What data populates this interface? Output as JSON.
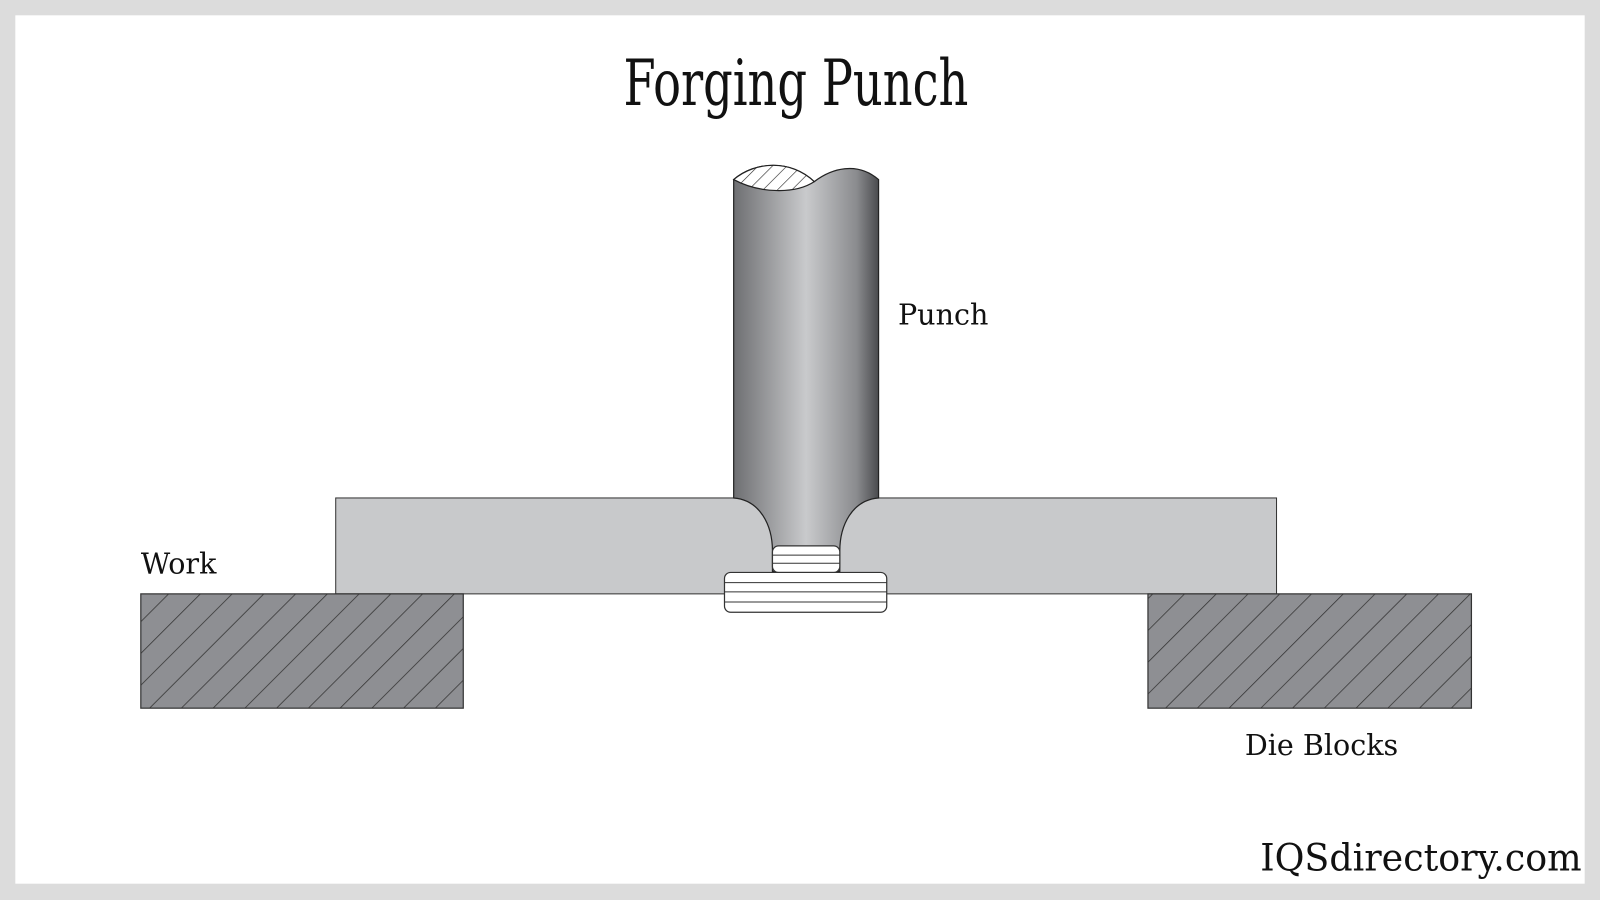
{
  "title": "Forging Punch",
  "labels": {
    "punch": "Punch",
    "work": "Work",
    "die_blocks": "Die Blocks"
  },
  "watermark": "IQSdirectory.com",
  "colors": {
    "frame": "#dcdcdc",
    "background": "#ffffff",
    "work": "#c8c9cb",
    "die_block": "#8e8f93"
  }
}
